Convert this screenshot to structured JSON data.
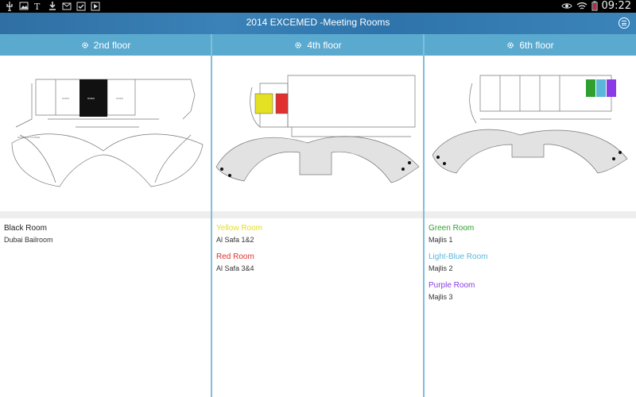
{
  "app": {
    "title": "2014 EXCEMED -Meeting Rooms"
  },
  "status_bar": {
    "time": "09:22",
    "icons": [
      "usb-icon",
      "image-icon",
      "nyt-icon",
      "download-icon",
      "gmail-icon",
      "task-icon",
      "play-icon",
      "eye-icon",
      "wifi-icon",
      "battery-icon"
    ]
  },
  "floors": [
    {
      "label": "2nd floor",
      "rooms": [
        {
          "name": "Black Room",
          "detail": "Dubai Bailroom",
          "color": "#222222"
        }
      ]
    },
    {
      "label": "4th floor",
      "rooms": [
        {
          "name": "Yellow Room",
          "detail": "Al Safa 1&2",
          "color": "#e4e022"
        },
        {
          "name": "Red Room",
          "detail": "Al Safa 3&4",
          "color": "#e0312f"
        }
      ]
    },
    {
      "label": "6th floor",
      "rooms": [
        {
          "name": "Green Room",
          "detail": "Majlis 1",
          "color": "#2fa02f"
        },
        {
          "name": "Light-Blue Room",
          "detail": "Majlis 2",
          "color": "#5bb7d8"
        },
        {
          "name": "Purple Room",
          "detail": "Majlis 3",
          "color": "#8a3be6"
        }
      ]
    }
  ],
  "colors": {
    "appbar": "#3a82b8",
    "floorbar": "#5aa9cf",
    "divider": "#7fbfdc"
  }
}
